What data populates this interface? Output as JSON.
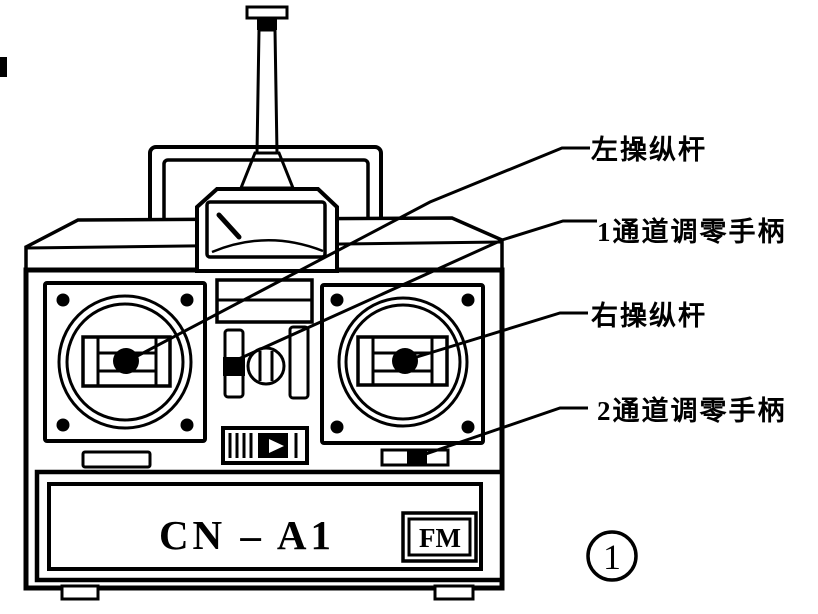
{
  "device": {
    "model_label": "CN – A1",
    "badge": "FM"
  },
  "figure": {
    "number": "1"
  },
  "callouts": [
    {
      "label": "左操纵杆"
    },
    {
      "label": "1通道调零手柄"
    },
    {
      "label": "右操纵杆"
    },
    {
      "label": "2通道调零手柄"
    }
  ],
  "colors": {
    "ink": "#000000",
    "paper": "#ffffff"
  }
}
